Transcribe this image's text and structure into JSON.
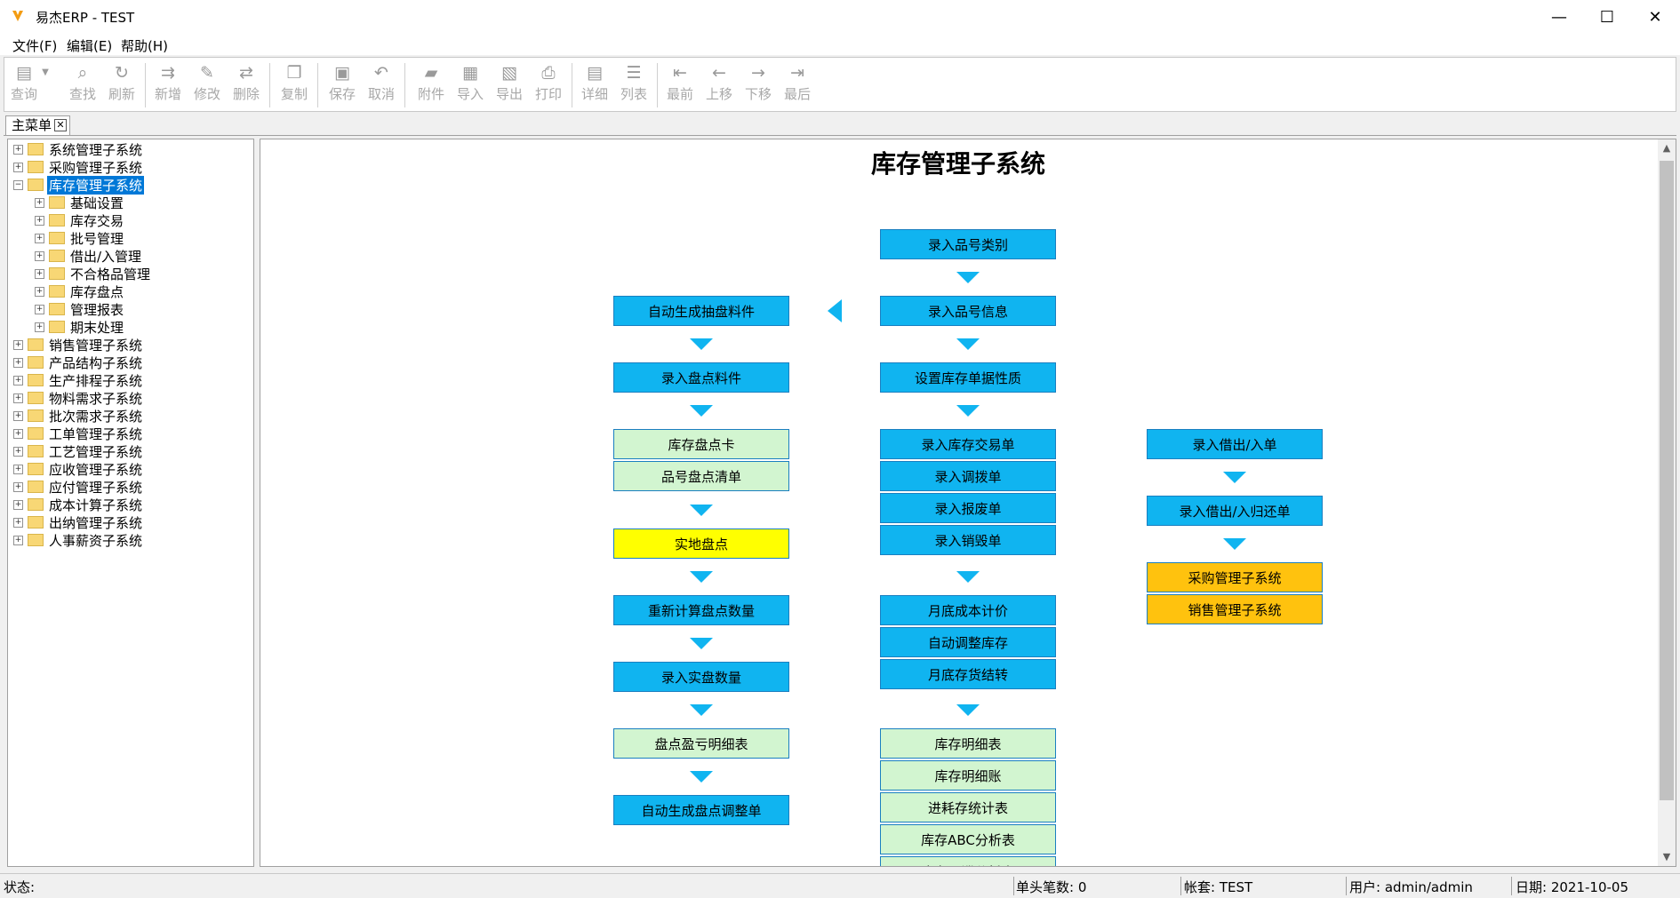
{
  "window": {
    "title": "易杰ERP - TEST",
    "min": "—",
    "max": "☐",
    "close": "✕"
  },
  "menu": [
    "文件(F)",
    "编辑(E)",
    "帮助(H)"
  ],
  "toolbar": [
    {
      "label": "查询",
      "icon": "query-icon"
    },
    {
      "label": "查找",
      "icon": "find-icon"
    },
    {
      "label": "刷新",
      "icon": "refresh-icon"
    },
    {
      "label": "新增",
      "icon": "add-icon"
    },
    {
      "label": "修改",
      "icon": "edit-icon"
    },
    {
      "label": "删除",
      "icon": "delete-icon"
    },
    {
      "label": "复制",
      "icon": "copy-icon"
    },
    {
      "label": "保存",
      "icon": "save-icon"
    },
    {
      "label": "取消",
      "icon": "undo-icon"
    },
    {
      "label": "附件",
      "icon": "attachment-icon"
    },
    {
      "label": "导入",
      "icon": "import-icon"
    },
    {
      "label": "导出",
      "icon": "export-icon"
    },
    {
      "label": "打印",
      "icon": "print-icon"
    },
    {
      "label": "详细",
      "icon": "detail-icon"
    },
    {
      "label": "列表",
      "icon": "list-icon"
    },
    {
      "label": "最前",
      "icon": "first-icon"
    },
    {
      "label": "上移",
      "icon": "prev-icon"
    },
    {
      "label": "下移",
      "icon": "next-icon"
    },
    {
      "label": "最后",
      "icon": "last-icon"
    }
  ],
  "tab": {
    "label": "主菜单",
    "close": "✕"
  },
  "tree": {
    "top_before": [
      "系统管理子系统",
      "采购管理子系统"
    ],
    "expanded": "库存管理子系统",
    "children": [
      "基础设置",
      "库存交易",
      "批号管理",
      "借出/入管理",
      "不合格品管理",
      "库存盘点",
      "管理报表",
      "期末处理"
    ],
    "top_after": [
      "销售管理子系统",
      "产品结构子系统",
      "生产排程子系统",
      "物料需求子系统",
      "批次需求子系统",
      "工单管理子系统",
      "工艺管理子系统",
      "应收管理子系统",
      "应付管理子系统",
      "成本计算子系统",
      "出纳管理子系统",
      "人事薪资子系统"
    ],
    "expand_plus": "+",
    "expand_minus": "−"
  },
  "flow": {
    "title": "库存管理子系统",
    "left": [
      "自动生成抽盘料件",
      "录入盘点料件",
      "库存盘点卡",
      "品号盘点清单",
      "实地盘点",
      "重新计算盘点数量",
      "录入实盘数量",
      "盘点盈亏明细表",
      "自动生成盘点调整单"
    ],
    "center": [
      "录入品号类别",
      "录入品号信息",
      "设置库存单据性质",
      "录入库存交易单",
      "录入调拨单",
      "录入报废单",
      "录入销毁单",
      "月底成本计价",
      "自动调整库存",
      "月底存货结转",
      "库存明细表",
      "库存明细账",
      "进耗存统计表",
      "库存ABC分析表",
      "库存呆滞分析表"
    ],
    "right": [
      "录入借出/入单",
      "录入借出/入归还单",
      "采购管理子系统",
      "销售管理子系统"
    ],
    "colors": {
      "blue": "#10b4f0",
      "green": "#d2f5d0",
      "yellow": "#ffff00",
      "orange": "#ffc20e"
    }
  },
  "status": {
    "state": "状态:",
    "doc_count": "单头笔数: 0",
    "account": "帐套: TEST",
    "user": "用户: admin/admin",
    "date": "日期: 2021-10-05"
  }
}
